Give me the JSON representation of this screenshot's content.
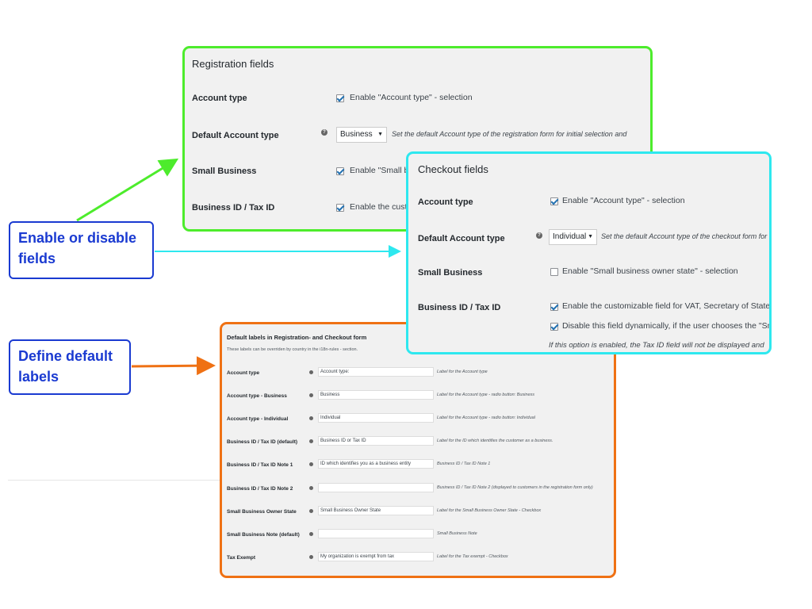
{
  "registration": {
    "title": "Registration fields",
    "rows": [
      {
        "label": "Account type",
        "checkbox": "Enable \"Account type\" - selection"
      },
      {
        "label": "Default Account type",
        "select": "Business",
        "description": "Set the default Account type of the registration form for initial selection and"
      },
      {
        "label": "Small Business",
        "checkbox": "Enable \"Small b"
      },
      {
        "label": "Business ID / Tax ID",
        "checkbox": "Enable the cust"
      }
    ]
  },
  "checkout": {
    "title": "Checkout fields",
    "rows": [
      {
        "label": "Account type",
        "checkbox": "Enable \"Account type\" - selection"
      },
      {
        "label": "Default Account type",
        "select": "Individual",
        "description": "Set the default Account type of the checkout form for"
      },
      {
        "label": "Small Business",
        "checkbox": "Enable \"Small business owner state\" - selection"
      },
      {
        "label": "Business ID / Tax ID",
        "checkbox": "Enable the customizable field for VAT, Secretary of State Ent",
        "checkbox2": "Disable this field dynamically, if the user chooses the \"Small",
        "note": "If this option is enabled, the Tax ID field will not be displayed and"
      }
    ]
  },
  "labels": {
    "title": "Default labels in Registration- and Checkout form",
    "subtitle": "These labels can be overriden by country in the i18n-rules - section.",
    "rows": [
      {
        "label": "Account type",
        "value": "Account type:",
        "description": "Label for the Account type"
      },
      {
        "label": "Account type - Business",
        "value": "Business",
        "description": "Label for the Account type - radio button: Business"
      },
      {
        "label": "Account type - Individual",
        "value": "Individual",
        "description": "Label for the Account type - radio button: Individual"
      },
      {
        "label": "Business ID / Tax ID (default)",
        "value": "Business ID or Tax ID",
        "description": "Label for the ID which identifies the customer as a business."
      },
      {
        "label": "Business ID / Tax ID Note 1",
        "value": "ID which identifies you as a business entity",
        "description": "Business ID / Tax ID Note 1"
      },
      {
        "label": "Business ID / Tax ID Note 2",
        "value": "",
        "description": "Business ID / Tax ID Note 2 (displayed to customers in the registration form only)"
      },
      {
        "label": "Small Business Owner State",
        "value": "Small Business Owner State",
        "description": "Label for the Small Business Owner State - Checkbox"
      },
      {
        "label": "Small Business Note (default)",
        "value": "",
        "description": "Small Business Note"
      },
      {
        "label": "Tax Exempt",
        "value": "My organization is exempt from tax",
        "description": "Label for the Tax exempt - Checkbox"
      }
    ]
  },
  "callouts": {
    "enable": "Enable or disable fields",
    "define": "Define default labels"
  },
  "colors": {
    "registration_border": "#4dec2c",
    "checkout_border": "#2ee8ef",
    "labels_border": "#ef7114",
    "callout_text": "#1a3ad1"
  }
}
